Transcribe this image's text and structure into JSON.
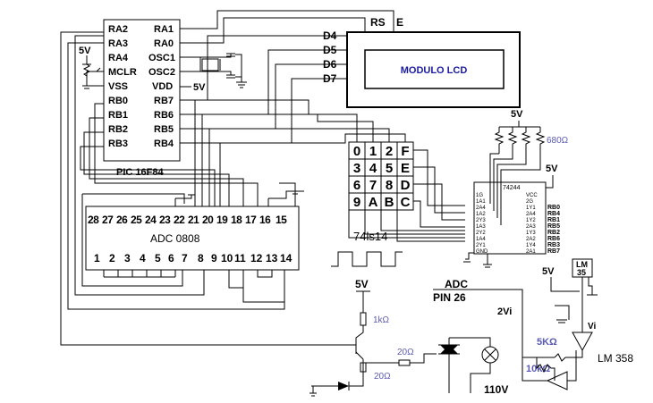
{
  "pic": {
    "name": "PIC 16F84",
    "left_pins": [
      "RA2",
      "RA3",
      "RA4",
      "MCLR",
      "VSS",
      "RB0",
      "RB1",
      "RB2",
      "RB3"
    ],
    "right_pins": [
      "RA1",
      "RA0",
      "OSC1",
      "OSC2",
      "VDD",
      "RB7",
      "RB6",
      "RB5",
      "RB4"
    ],
    "vdd_label": "5V",
    "mclr_supply": "5V"
  },
  "lcd": {
    "label": "MODULO LCD",
    "rs_label": "RS",
    "e_label": "E",
    "data_pins": [
      "D4",
      "D5",
      "D6",
      "D7"
    ]
  },
  "keypad": {
    "keys": [
      "0",
      "1",
      "2",
      "F",
      "3",
      "4",
      "5",
      "E",
      "6",
      "7",
      "8",
      "D",
      "9",
      "A",
      "B",
      "C"
    ]
  },
  "buffer": {
    "name": "74244",
    "supply": "5V",
    "pullup_supply": "5V",
    "pullup_value": "680Ω",
    "pins_left": [
      "1G",
      "1A1",
      "2A4",
      "1A2",
      "2Y3",
      "1A3",
      "2Y2",
      "1A4",
      "2Y1",
      "GND"
    ],
    "pins_right": [
      "VCC",
      "2G",
      "1Y1",
      "2A4",
      "1Y2",
      "2A3",
      "1Y3",
      "2A2",
      "1Y4",
      "2A1"
    ],
    "rb_labels": [
      "RB0",
      "RB4",
      "RB1",
      "RB5",
      "RB2",
      "RB6",
      "RB3",
      "RB7"
    ]
  },
  "adc": {
    "name": "ADC 0808",
    "top_pins": [
      "28",
      "27",
      "26",
      "25",
      "24",
      "23",
      "22",
      "21",
      "20",
      "19",
      "18",
      "17",
      "16",
      "15"
    ],
    "bottom_pins": [
      "1",
      "2",
      "3",
      "4",
      "5",
      "6",
      "7",
      "8",
      "9",
      "10",
      "11",
      "12",
      "13",
      "14"
    ]
  },
  "schmitt": {
    "label": "74ls14"
  },
  "power": {
    "supply": "5V",
    "r_collector": "1kΩ",
    "r_gate": "20Ω",
    "r_emitter": "20Ω",
    "mains": "110V"
  },
  "sensor": {
    "adc_label": "ADC",
    "pin_label": "PIN 26",
    "vi_out_label": "2Vi",
    "supply": "5V",
    "lm35_line1": "LM",
    "lm35_line2": "35",
    "vi_label": "Vi",
    "r_top": "5KΩ",
    "r_bottom": "10kΩ",
    "opamp": "LM 358"
  }
}
